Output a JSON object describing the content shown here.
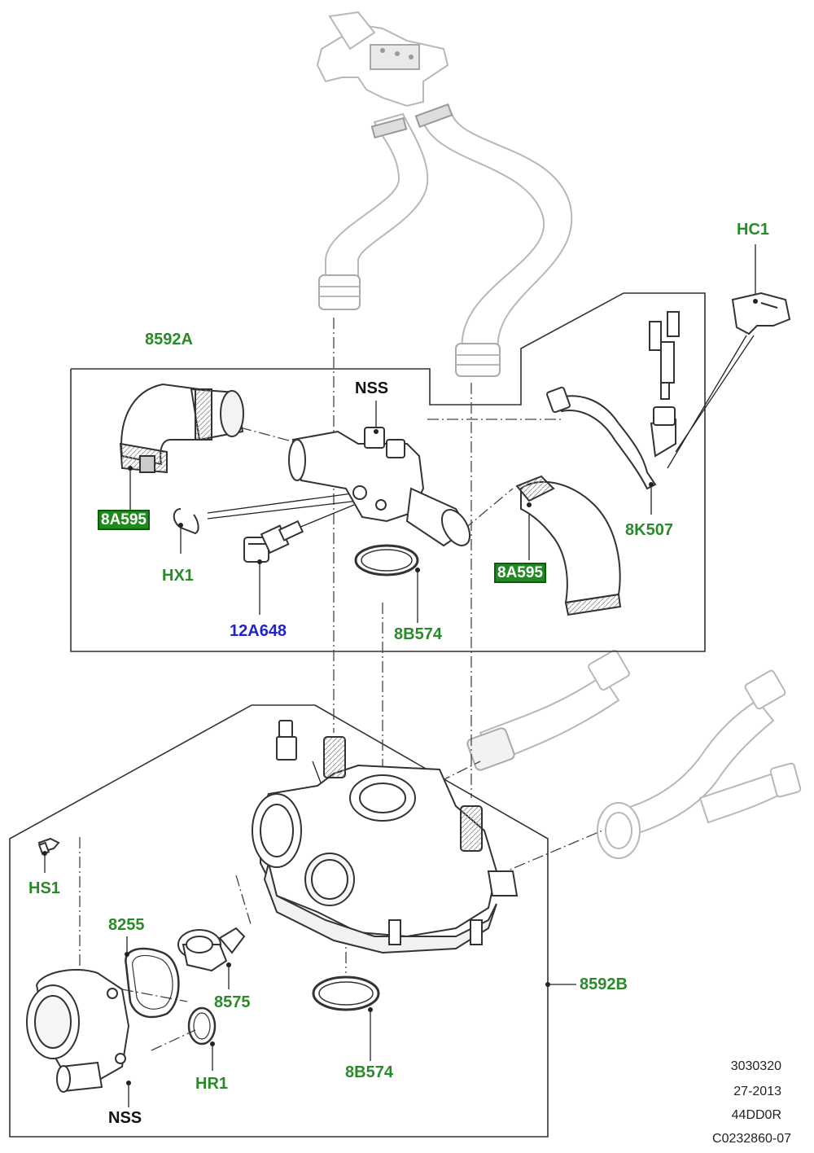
{
  "labels": {
    "l_8592a": "8592A",
    "l_nss_top": "NSS",
    "l_hc1": "HC1",
    "l_8a595_left": "8A595",
    "l_hx1": "HX1",
    "l_12a648": "12A648",
    "l_8b574_top": "8B574",
    "l_8a595_right": "8A595",
    "l_8k507": "8K507",
    "l_hs1": "HS1",
    "l_8255": "8255",
    "l_8575": "8575",
    "l_hr1": "HR1",
    "l_nss_bottom": "NSS",
    "l_8b574_bottom": "8B574",
    "l_8592b": "8592B"
  },
  "reference": {
    "line1": "3030320",
    "line2": "27-2013",
    "line3": "44DD0R",
    "line4": "C0232860-07"
  },
  "colors": {
    "green_label": "#2a8a2a",
    "blue_label": "#2323c8",
    "boxed_bg": "#1f8a1f",
    "outline": "#333333",
    "ghost": "#b5b5b5"
  }
}
